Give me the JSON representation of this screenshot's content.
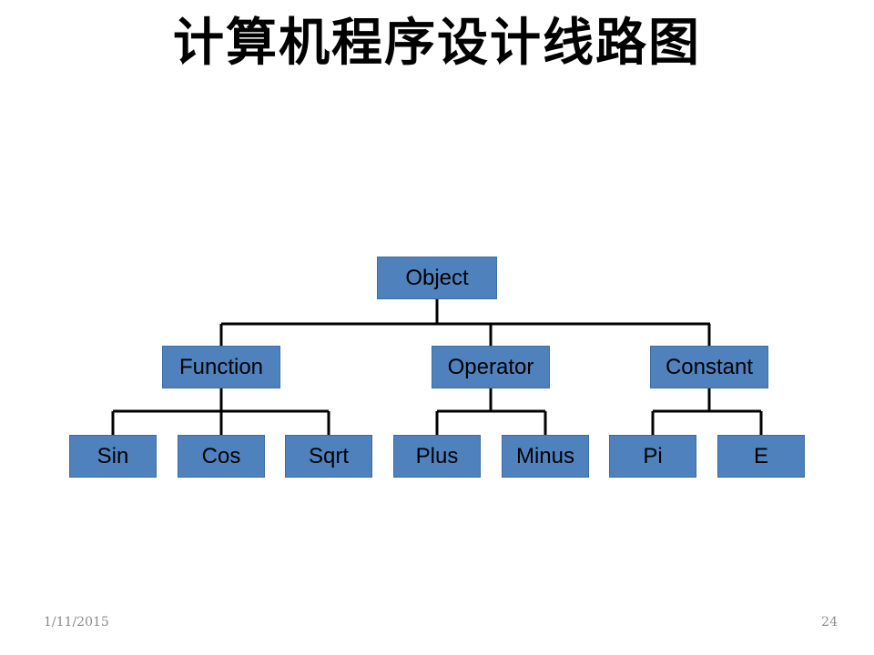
{
  "slide": {
    "title": "计算机程序设计线路图",
    "background_color": "#ffffff",
    "footer": {
      "date": "1/11/2015",
      "page_number": "24"
    }
  },
  "diagram": {
    "type": "hierarchy-tree",
    "node_fill_color": "#4f81bd",
    "node_border_color": "#3d6da5",
    "node_text_color": "#000000",
    "connector_color": "#000000",
    "root": {
      "id": "object",
      "label": "Object"
    },
    "level2": [
      {
        "id": "function",
        "label": "Function"
      },
      {
        "id": "operator",
        "label": "Operator"
      },
      {
        "id": "constant",
        "label": "Constant"
      }
    ],
    "level3": [
      {
        "id": "sin",
        "label": "Sin",
        "parent": "function"
      },
      {
        "id": "cos",
        "label": "Cos",
        "parent": "function"
      },
      {
        "id": "sqrt",
        "label": "Sqrt",
        "parent": "function"
      },
      {
        "id": "plus",
        "label": "Plus",
        "parent": "operator"
      },
      {
        "id": "minus",
        "label": "Minus",
        "parent": "operator"
      },
      {
        "id": "pi",
        "label": "Pi",
        "parent": "constant"
      },
      {
        "id": "e",
        "label": "E",
        "parent": "constant"
      }
    ]
  }
}
